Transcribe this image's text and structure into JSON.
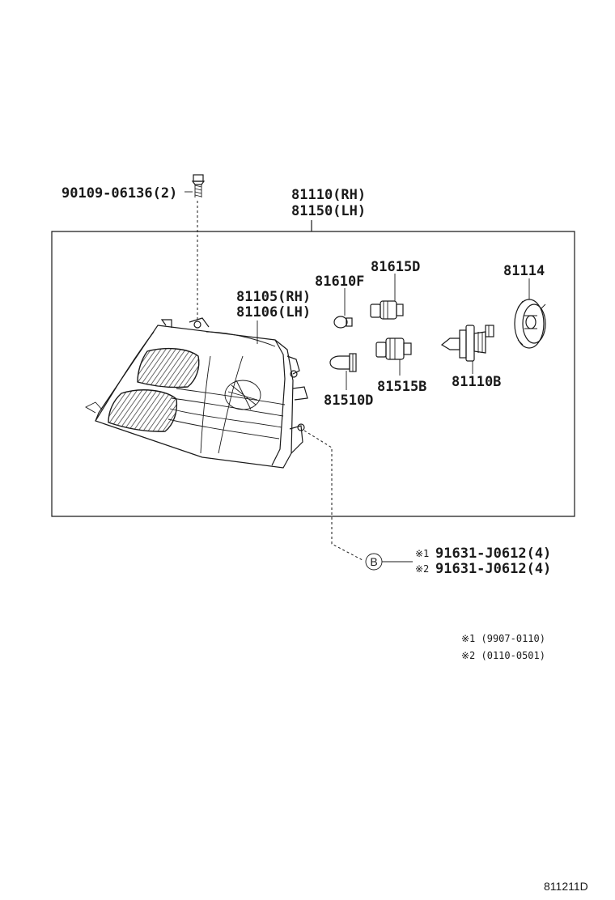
{
  "labels": {
    "screw": "90109-06136(2)",
    "assy_rh": "81110(RH)",
    "assy_lh": "81150(LH)",
    "housing_rh": "81105(RH)",
    "housing_lh": "81106(LH)",
    "p81610f": "81610F",
    "p81615d": "81615D",
    "p81114": "81114",
    "p81510d": "81510D",
    "p81515b": "81515B",
    "p81110b": "81110B",
    "callout_b": "B",
    "nut1_mark": "※1",
    "nut1_part": "91631-J0612(4)",
    "nut2_mark": "※2",
    "nut2_part": "91631-J0612(4)",
    "note1": "※1 (9907-0110)",
    "note2": "※2 (0110-0501)",
    "diagram_code": "811211D"
  }
}
